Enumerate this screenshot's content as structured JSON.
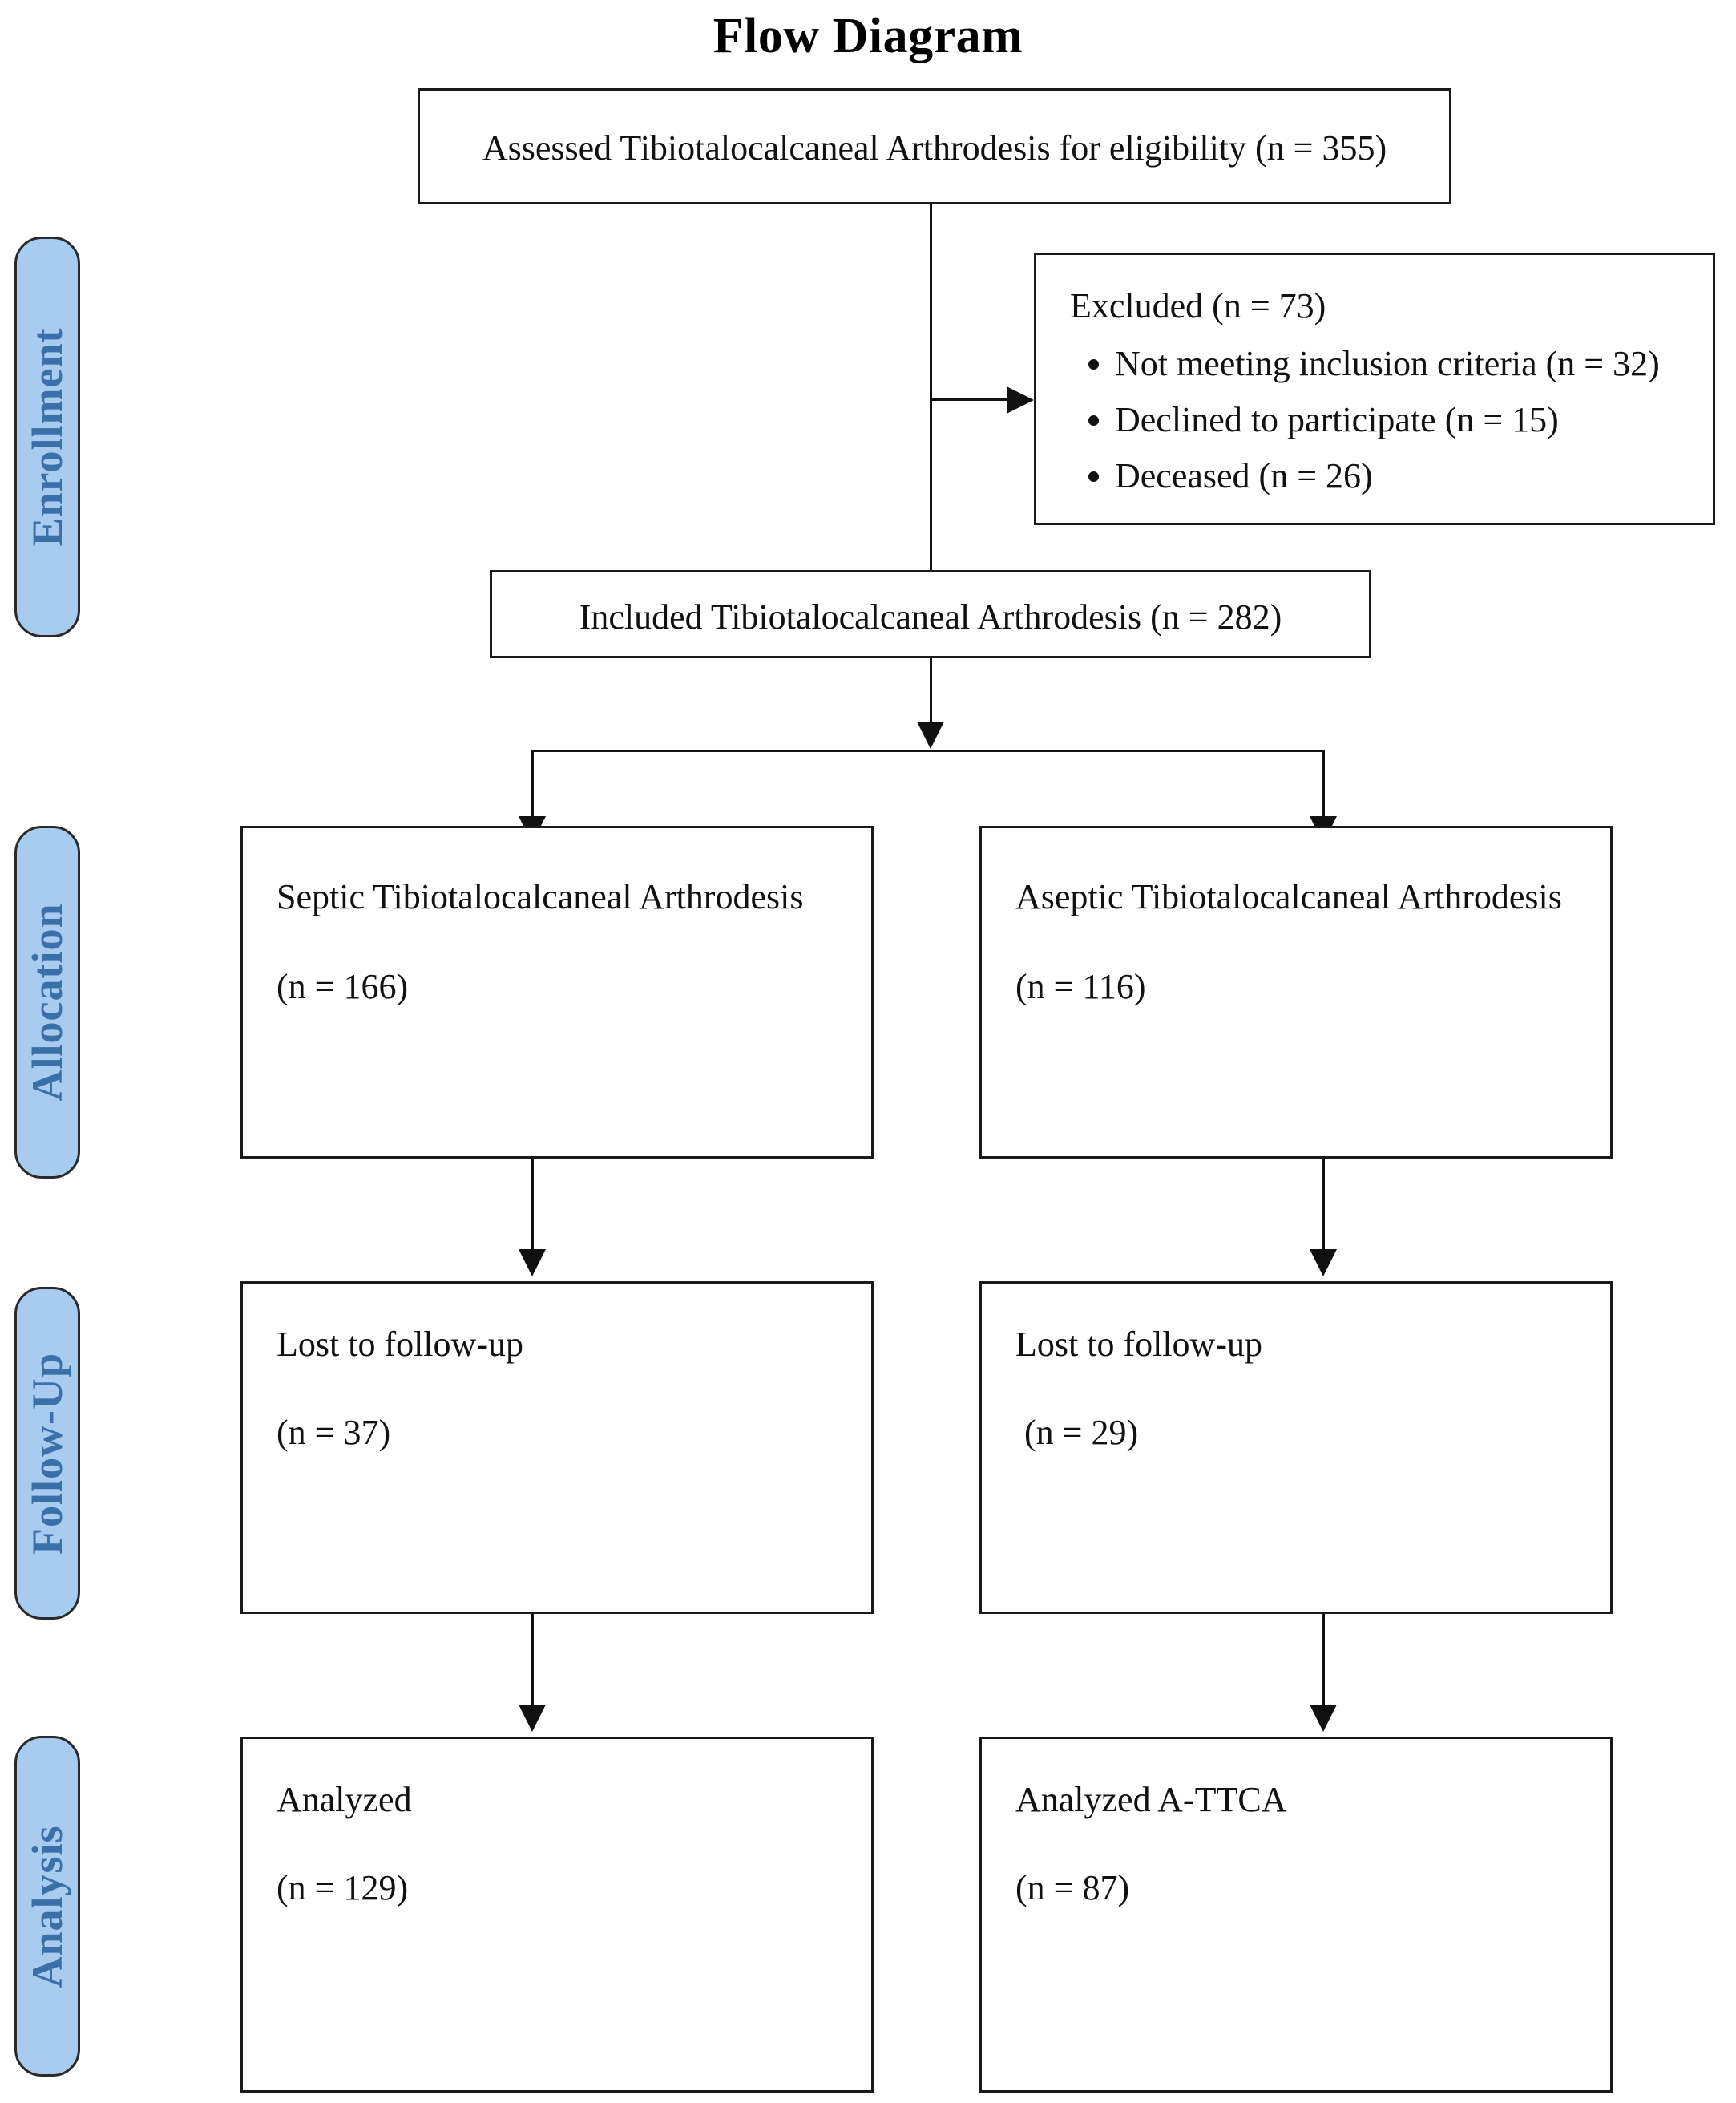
{
  "title": "Flow Diagram",
  "colors": {
    "stage_fill": "#A8CBF0",
    "stage_text": "#3B6FA8",
    "box_border": "#1a1a1a",
    "connector": "#111111",
    "text": "#111111"
  },
  "stages": [
    {
      "label": "Enrollment"
    },
    {
      "label": "Allocation"
    },
    {
      "label": "Follow-Up"
    },
    {
      "label": "Analysis"
    }
  ],
  "boxes": {
    "assessed": {
      "text": "Assessed Tibiotalocalcaneal Arthrodesis for eligibility (n = 355)"
    },
    "excluded": {
      "heading": "Excluded (n = 73)",
      "items": [
        "Not meeting inclusion criteria (n = 32)",
        "Declined to participate (n = 15)",
        "Deceased (n = 26)"
      ]
    },
    "included": {
      "text": "Included Tibiotalocalcaneal Arthrodesis (n = 282)"
    },
    "alloc_left": {
      "line1": "Septic Tibiotalocalcaneal Arthrodesis",
      "line2": "(n = 166)"
    },
    "alloc_right": {
      "line1": "Aseptic Tibiotalocalcaneal Arthrodesis",
      "line2": "(n = 116)"
    },
    "follow_left": {
      "line1": "Lost to follow-up",
      "line2": "(n = 37)"
    },
    "follow_right": {
      "line1": "Lost to follow-up",
      "line2": " (n = 29)"
    },
    "analysis_left": {
      "line1": "Analyzed",
      "line2": "(n = 129)"
    },
    "analysis_right": {
      "line1": "Analyzed A-TTCA",
      "line2": "(n = 87)"
    }
  },
  "chart_data": {
    "type": "diagram",
    "title": "Flow Diagram",
    "nodes": [
      {
        "id": "assessed",
        "stage": "Enrollment",
        "label": "Assessed Tibiotalocalcaneal Arthrodesis for eligibility",
        "n": 355
      },
      {
        "id": "excluded",
        "stage": "Enrollment",
        "label": "Excluded",
        "n": 73,
        "children": [
          {
            "label": "Not meeting inclusion criteria",
            "n": 32
          },
          {
            "label": "Declined to participate",
            "n": 15
          },
          {
            "label": "Deceased",
            "n": 26
          }
        ]
      },
      {
        "id": "included",
        "stage": "Enrollment",
        "label": "Included Tibiotalocalcaneal Arthrodesis",
        "n": 282
      },
      {
        "id": "alloc_left",
        "stage": "Allocation",
        "label": "Septic Tibiotalocalcaneal Arthrodesis",
        "n": 166
      },
      {
        "id": "alloc_right",
        "stage": "Allocation",
        "label": "Aseptic Tibiotalocalcaneal Arthrodesis",
        "n": 116
      },
      {
        "id": "follow_left",
        "stage": "Follow-Up",
        "label": "Lost to follow-up",
        "n": 37
      },
      {
        "id": "follow_right",
        "stage": "Follow-Up",
        "label": "Lost to follow-up",
        "n": 29
      },
      {
        "id": "analysis_left",
        "stage": "Analysis",
        "label": "Analyzed",
        "n": 129
      },
      {
        "id": "analysis_right",
        "stage": "Analysis",
        "label": "Analyzed A-TTCA",
        "n": 87
      }
    ],
    "edges": [
      {
        "from": "assessed",
        "to": "excluded"
      },
      {
        "from": "assessed",
        "to": "included"
      },
      {
        "from": "included",
        "to": "alloc_left"
      },
      {
        "from": "included",
        "to": "alloc_right"
      },
      {
        "from": "alloc_left",
        "to": "follow_left"
      },
      {
        "from": "alloc_right",
        "to": "follow_right"
      },
      {
        "from": "follow_left",
        "to": "analysis_left"
      },
      {
        "from": "follow_right",
        "to": "analysis_right"
      }
    ]
  }
}
